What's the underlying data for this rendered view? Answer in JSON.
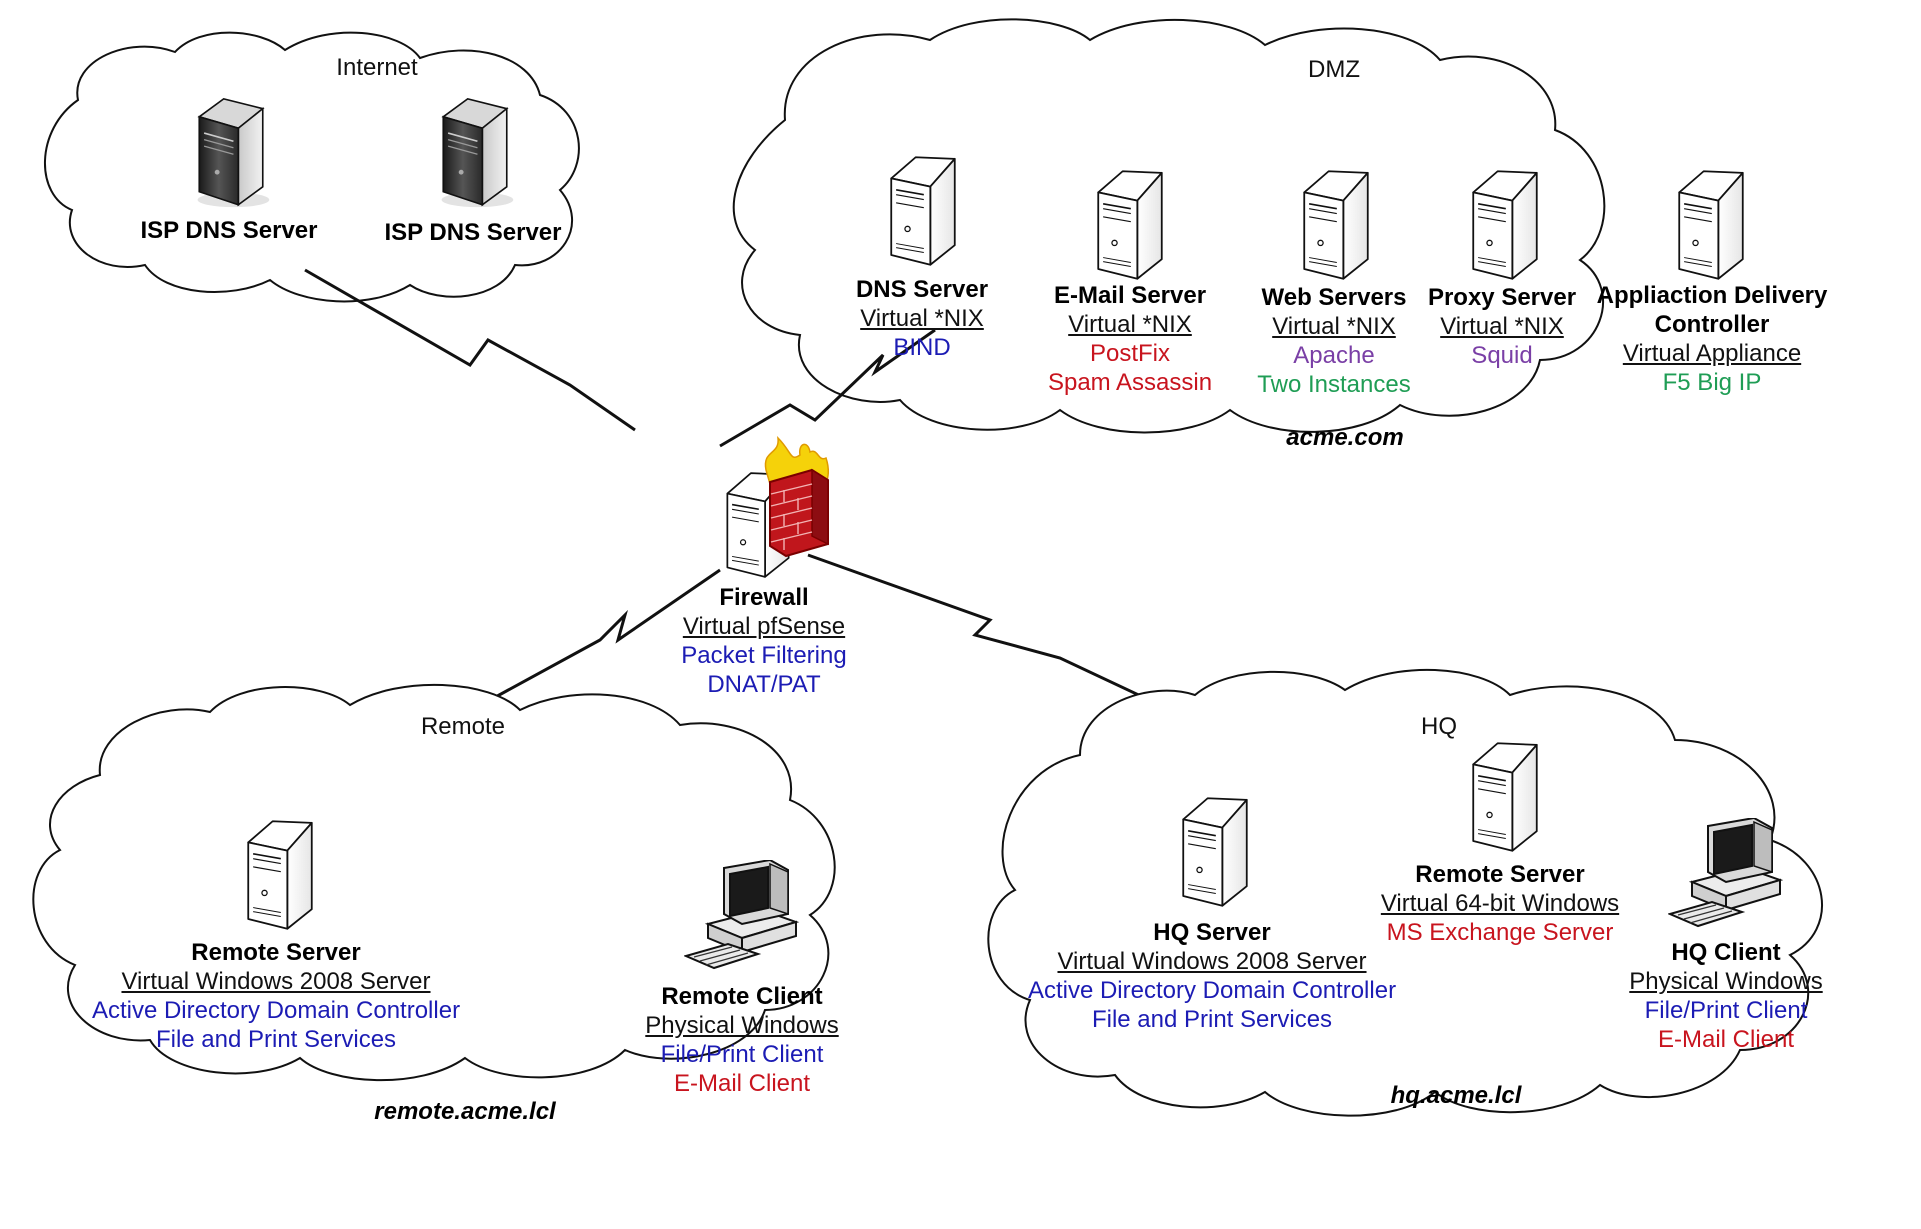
{
  "zones": {
    "internet": {
      "title": "Internet"
    },
    "dmz": {
      "title": "DMZ",
      "domain": "acme.com"
    },
    "remote": {
      "title": "Remote",
      "domain": "remote.acme.lcl"
    },
    "hq": {
      "title": "HQ",
      "domain": "hq.acme.lcl"
    }
  },
  "nodes": {
    "isp_dns_1": {
      "name": "ISP DNS Server"
    },
    "isp_dns_2": {
      "name": "ISP DNS Server"
    },
    "dmz_dns": {
      "name": "DNS Server",
      "platform": "Virtual *NIX",
      "roles": [
        "BIND"
      ]
    },
    "dmz_mail": {
      "name": "E-Mail Server",
      "platform": "Virtual *NIX",
      "roles": [
        "PostFix",
        "Spam Assassin"
      ]
    },
    "dmz_web": {
      "name": "Web Servers",
      "platform": "Virtual *NIX",
      "roles": [
        "Apache",
        "Two Instances"
      ]
    },
    "dmz_proxy": {
      "name": "Proxy Server",
      "platform": "Virtual *NIX",
      "roles": [
        "Squid"
      ]
    },
    "dmz_adc": {
      "name_lines": [
        "Appliaction Delivery",
        "Controller"
      ],
      "platform": "Virtual Appliance",
      "roles": [
        "F5 Big IP"
      ]
    },
    "firewall": {
      "name": "Firewall",
      "platform": "Virtual pfSense",
      "roles": [
        "Packet Filtering",
        "DNAT/PAT"
      ]
    },
    "remote_server": {
      "name": "Remote Server",
      "platform": "Virtual Windows 2008 Server",
      "roles": [
        "Active Directory Domain Controller",
        "File and Print Services"
      ]
    },
    "remote_client": {
      "name": "Remote Client",
      "platform": "Physical Windows",
      "roles": [
        "File/Print Client",
        "E-Mail Client"
      ]
    },
    "hq_server": {
      "name": "HQ Server",
      "platform": "Virtual Windows 2008 Server",
      "roles": [
        "Active Directory Domain Controller",
        "File and Print Services"
      ]
    },
    "hq_remote_server": {
      "name": "Remote Server",
      "platform": "Virtual 64-bit Windows",
      "roles": [
        "MS Exchange Server"
      ]
    },
    "hq_client": {
      "name": "HQ Client",
      "platform": "Physical Windows",
      "roles": [
        "File/Print Client",
        "E-Mail Client"
      ]
    }
  },
  "colors": {
    "role_blue": "#1c1cb4",
    "role_red": "#c8141e",
    "role_purple": "#7a3fa6",
    "role_green": "#1f9d55",
    "firewall_brick": "#c0161c",
    "flame": "#f5d20a"
  },
  "icons": {
    "server": "tower-server-icon",
    "workstation": "desktop-computer-icon",
    "firewall": "brick-wall-fire-icon",
    "link": "lightning-bolt-link-icon",
    "zone": "cloud-shape"
  }
}
